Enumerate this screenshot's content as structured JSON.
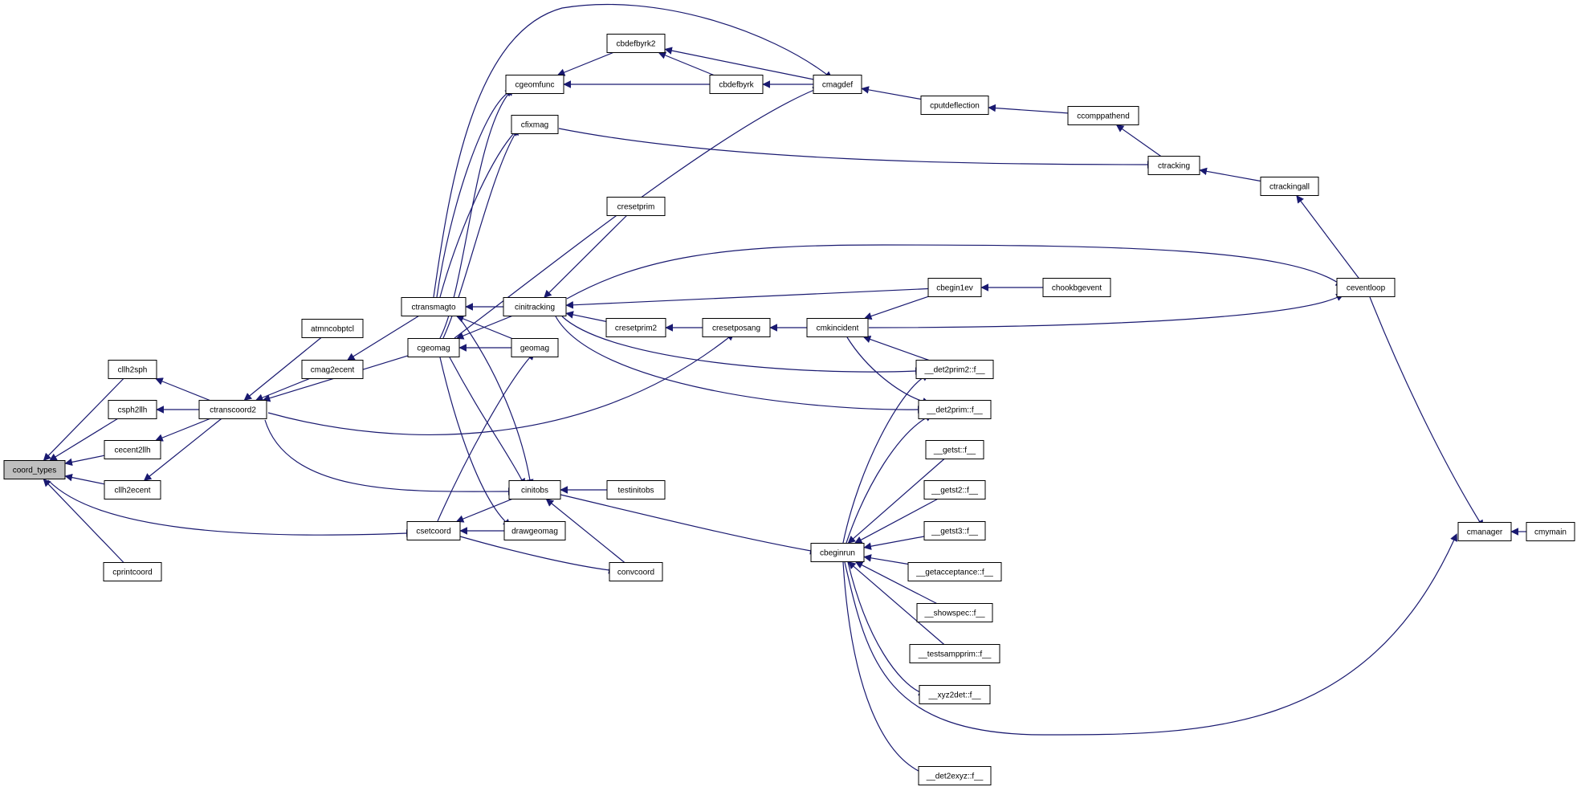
{
  "graph": {
    "root": "coord_types",
    "edge_color": "#191970",
    "root_fill": "#bfbfbf",
    "nodes": [
      {
        "id": "coord_types",
        "label": "coord_types"
      },
      {
        "id": "cllh2sph",
        "label": "cllh2sph"
      },
      {
        "id": "csph2llh",
        "label": "csph2llh"
      },
      {
        "id": "cecent2llh",
        "label": "cecent2llh"
      },
      {
        "id": "cllh2ecent",
        "label": "cllh2ecent"
      },
      {
        "id": "cprintcoord",
        "label": "cprintcoord"
      },
      {
        "id": "ctranscoord2",
        "label": "ctranscoord2"
      },
      {
        "id": "atmncobptcl",
        "label": "atmncobptcl"
      },
      {
        "id": "cmag2ecent",
        "label": "cmag2ecent"
      },
      {
        "id": "ctransmagto",
        "label": "ctransmagto"
      },
      {
        "id": "cgeomag",
        "label": "cgeomag"
      },
      {
        "id": "csetcoord",
        "label": "csetcoord"
      },
      {
        "id": "cgeomfunc",
        "label": "cgeomfunc"
      },
      {
        "id": "cfixmag",
        "label": "cfixmag"
      },
      {
        "id": "cinitracking",
        "label": "cinitracking"
      },
      {
        "id": "geomag",
        "label": "geomag"
      },
      {
        "id": "cinitobs",
        "label": "cinitobs"
      },
      {
        "id": "drawgeomag",
        "label": "drawgeomag"
      },
      {
        "id": "cbdefbyrk2",
        "label": "cbdefbyrk2"
      },
      {
        "id": "cbdefbyrk",
        "label": "cbdefbyrk"
      },
      {
        "id": "cmagdef",
        "label": "cmagdef"
      },
      {
        "id": "cresetprim",
        "label": "cresetprim"
      },
      {
        "id": "cresetprim2",
        "label": "cresetprim2"
      },
      {
        "id": "cresetposang",
        "label": "cresetposang"
      },
      {
        "id": "testinitobs",
        "label": "testinitobs"
      },
      {
        "id": "convcoord",
        "label": "convcoord"
      },
      {
        "id": "cputdeflection",
        "label": "cputdeflection"
      },
      {
        "id": "ccomppathend",
        "label": "ccomppathend"
      },
      {
        "id": "ctracking",
        "label": "ctracking"
      },
      {
        "id": "ctrackingall",
        "label": "ctrackingall"
      },
      {
        "id": "ceventloop",
        "label": "ceventloop"
      },
      {
        "id": "cbegin1ev",
        "label": "cbegin1ev"
      },
      {
        "id": "chookbgevent",
        "label": "chookbgevent"
      },
      {
        "id": "cmkincident",
        "label": "cmkincident"
      },
      {
        "id": "det2prim2",
        "label": "__det2prim2::f__"
      },
      {
        "id": "det2prim",
        "label": "__det2prim::f__"
      },
      {
        "id": "getst",
        "label": "__getst::f__"
      },
      {
        "id": "getst2",
        "label": "__getst2::f__"
      },
      {
        "id": "getst3",
        "label": "__getst3::f__"
      },
      {
        "id": "cbeginrun",
        "label": "cbeginrun"
      },
      {
        "id": "getacceptance",
        "label": "__getacceptance::f__"
      },
      {
        "id": "showspec",
        "label": "__showspec::f__"
      },
      {
        "id": "testsampprim",
        "label": "__testsampprim::f__"
      },
      {
        "id": "xyz2det",
        "label": "__xyz2det::f__"
      },
      {
        "id": "det2exyz",
        "label": "__det2exyz::f__"
      },
      {
        "id": "cmanager",
        "label": "cmanager"
      },
      {
        "id": "cmymain",
        "label": "cmymain"
      }
    ],
    "edges": [
      [
        "coord_types",
        "cllh2sph"
      ],
      [
        "coord_types",
        "csph2llh"
      ],
      [
        "coord_types",
        "cecent2llh"
      ],
      [
        "coord_types",
        "cllh2ecent"
      ],
      [
        "coord_types",
        "cprintcoord"
      ],
      [
        "coord_types",
        "csetcoord"
      ],
      [
        "cllh2sph",
        "ctranscoord2"
      ],
      [
        "csph2llh",
        "ctranscoord2"
      ],
      [
        "cecent2llh",
        "ctranscoord2"
      ],
      [
        "cllh2ecent",
        "ctranscoord2"
      ],
      [
        "ctranscoord2",
        "atmncobptcl"
      ],
      [
        "ctranscoord2",
        "cmag2ecent"
      ],
      [
        "ctranscoord2",
        "cgeomag"
      ],
      [
        "ctranscoord2",
        "cinitobs"
      ],
      [
        "ctranscoord2",
        "cresetposang"
      ],
      [
        "cmag2ecent",
        "ctransmagto"
      ],
      [
        "ctransmagto",
        "cgeomfunc"
      ],
      [
        "ctransmagto",
        "cfixmag"
      ],
      [
        "ctransmagto",
        "cinitracking"
      ],
      [
        "ctransmagto",
        "cinitobs"
      ],
      [
        "ctransmagto",
        "cmagdef"
      ],
      [
        "ctransmagto",
        "geomag"
      ],
      [
        "cgeomag",
        "cgeomfunc"
      ],
      [
        "cgeomag",
        "cfixmag"
      ],
      [
        "cgeomag",
        "cinitracking"
      ],
      [
        "cgeomag",
        "geomag"
      ],
      [
        "cgeomag",
        "cinitobs"
      ],
      [
        "cgeomag",
        "drawgeomag"
      ],
      [
        "cgeomag",
        "cmagdef"
      ],
      [
        "csetcoord",
        "geomag"
      ],
      [
        "csetcoord",
        "cinitobs"
      ],
      [
        "csetcoord",
        "drawgeomag"
      ],
      [
        "csetcoord",
        "convcoord"
      ],
      [
        "cgeomfunc",
        "cbdefbyrk2"
      ],
      [
        "cgeomfunc",
        "cbdefbyrk"
      ],
      [
        "cbdefbyrk2",
        "cbdefbyrk"
      ],
      [
        "cbdefbyrk2",
        "cmagdef"
      ],
      [
        "cbdefbyrk",
        "cmagdef"
      ],
      [
        "cfixmag",
        "ctracking"
      ],
      [
        "cmagdef",
        "cputdeflection"
      ],
      [
        "cputdeflection",
        "ccomppathend"
      ],
      [
        "ccomppathend",
        "ctracking"
      ],
      [
        "ctracking",
        "ctrackingall"
      ],
      [
        "ctrackingall",
        "ceventloop"
      ],
      [
        "cinitracking",
        "cresetprim"
      ],
      [
        "cinitracking",
        "cresetprim2"
      ],
      [
        "cinitracking",
        "ceventloop"
      ],
      [
        "cinitracking",
        "cbegin1ev"
      ],
      [
        "cinitracking",
        "det2prim2"
      ],
      [
        "cinitracking",
        "det2prim"
      ],
      [
        "cresetprim2",
        "cresetposang"
      ],
      [
        "cresetposang",
        "cmkincident"
      ],
      [
        "cmkincident",
        "cbegin1ev"
      ],
      [
        "cmkincident",
        "ceventloop"
      ],
      [
        "cmkincident",
        "det2prim2"
      ],
      [
        "cmkincident",
        "det2prim"
      ],
      [
        "cbegin1ev",
        "chookbgevent"
      ],
      [
        "cinitobs",
        "testinitobs"
      ],
      [
        "cinitobs",
        "convcoord"
      ],
      [
        "cinitobs",
        "cbeginrun"
      ],
      [
        "cbeginrun",
        "det2prim2"
      ],
      [
        "cbeginrun",
        "det2prim"
      ],
      [
        "cbeginrun",
        "getst"
      ],
      [
        "cbeginrun",
        "getst2"
      ],
      [
        "cbeginrun",
        "getst3"
      ],
      [
        "cbeginrun",
        "getacceptance"
      ],
      [
        "cbeginrun",
        "showspec"
      ],
      [
        "cbeginrun",
        "testsampprim"
      ],
      [
        "cbeginrun",
        "xyz2det"
      ],
      [
        "cbeginrun",
        "det2exyz"
      ],
      [
        "cbeginrun",
        "cmanager"
      ],
      [
        "ceventloop",
        "cmanager"
      ],
      [
        "cmanager",
        "cmymain"
      ]
    ]
  }
}
